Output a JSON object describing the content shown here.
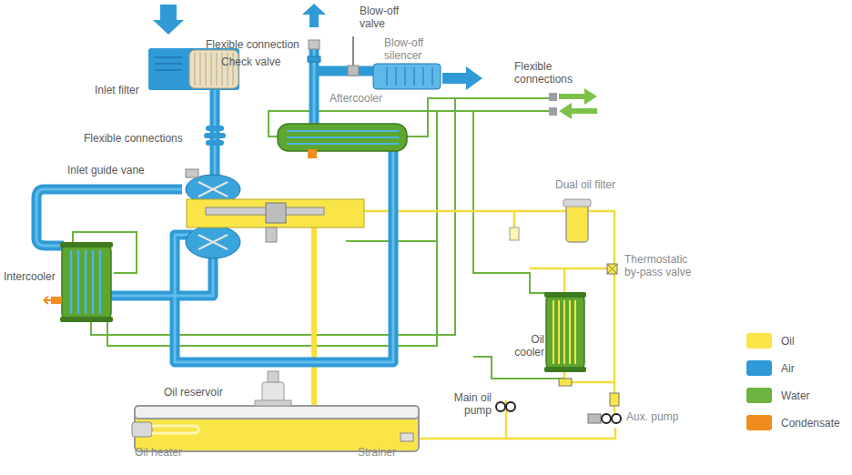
{
  "diagram": {
    "labels": [
      "Blow-off valve",
      "Flexible connection",
      "Blow-off silencer",
      "Check valve",
      "Flexible connections",
      "Inlet filter",
      "Aftercooler",
      "Flexible connections",
      "Inlet guide vane",
      "Dual oil filter",
      "Thermostatic by-pass valve",
      "Intercooler",
      "Oil cooler",
      "Oil reservoir",
      "Main oil pump",
      "Aux. pump",
      "Oil heater",
      "Strainer"
    ],
    "legend": [
      {
        "text": "Oil",
        "color": "#f9e547"
      },
      {
        "text": "Air",
        "color": "#2f9ad6"
      },
      {
        "text": "Water",
        "color": "#6cb33f"
      },
      {
        "text": "Condensate",
        "color": "#f28b1d"
      }
    ]
  }
}
